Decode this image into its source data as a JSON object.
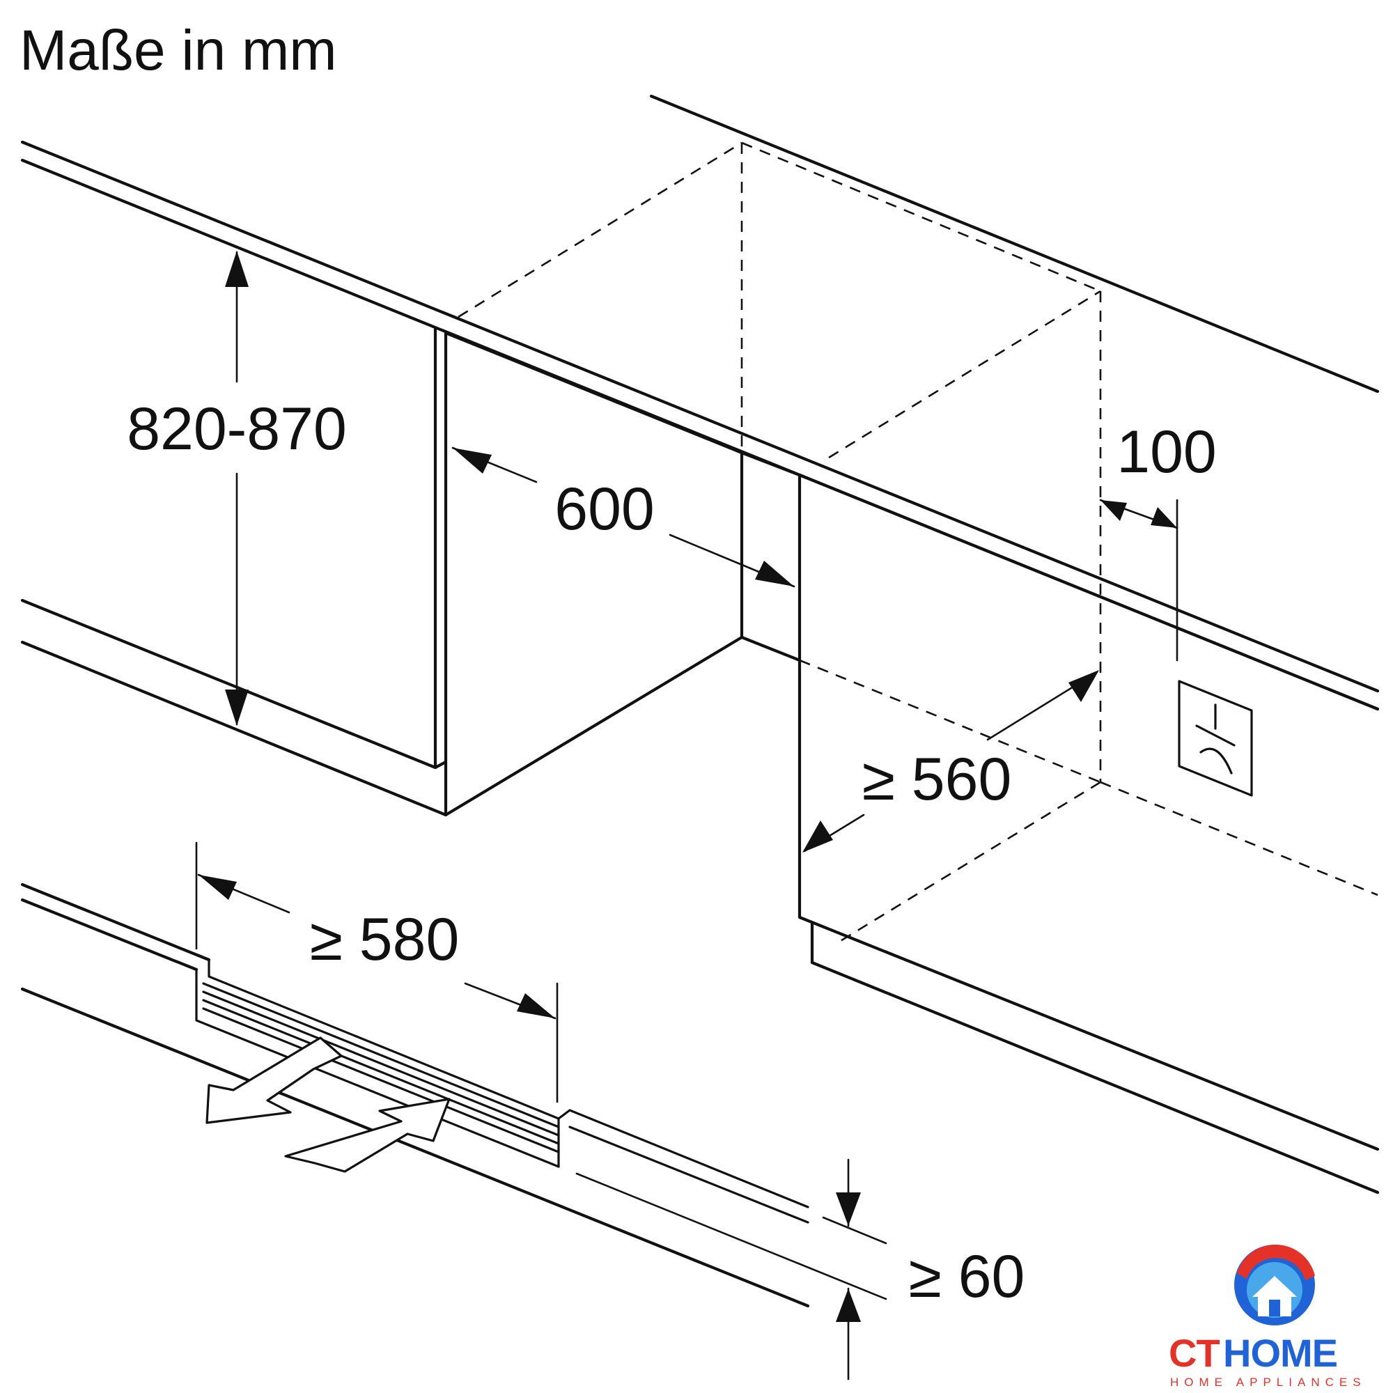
{
  "title": "Maße in mm",
  "dimensions": {
    "niche_height": "820-870",
    "niche_width": "600",
    "socket_offset": "100",
    "niche_depth": "≥ 560",
    "vent_width": "≥ 580",
    "vent_height": "≥ 60"
  },
  "logo": {
    "brand_red": "CT",
    "brand_blue": "HOME",
    "tagline": "HOME APPLIANCES",
    "colors": {
      "red": "#e53228",
      "blue": "#1f63d6",
      "light_blue": "#49a8ea"
    }
  },
  "icons": [
    "power-socket-icon",
    "airflow-out-arrow-icon",
    "airflow-in-arrow-icon",
    "house-logo-icon"
  ]
}
